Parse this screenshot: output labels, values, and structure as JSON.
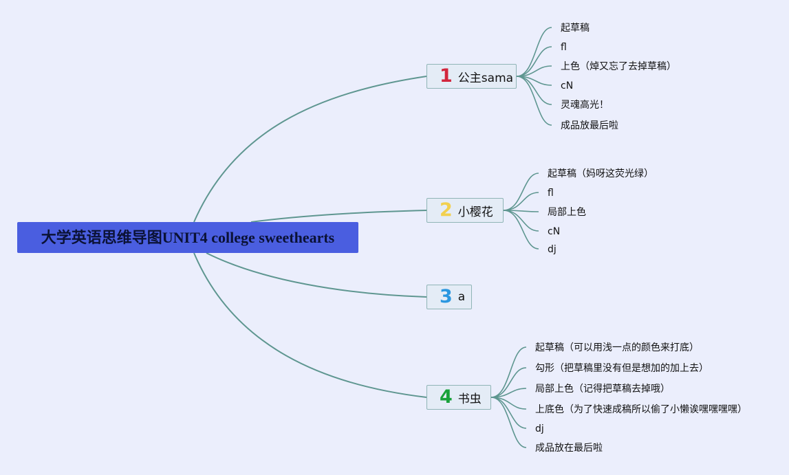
{
  "central": {
    "label": "大学英语思维导图UNIT4 college sweethearts"
  },
  "colors": {
    "link": "#5e9690",
    "central_bg": "#4a5ee0",
    "canvas_bg": "#ebeefc"
  },
  "branches": [
    {
      "num": "1",
      "num_color": "#d2263d",
      "icon": "number-1-icon",
      "label": "公主sama",
      "leaves": [
        "起草稿",
        "fl",
        "上色（焯又忘了去掉草稿）",
        "cN",
        "灵魂高光！",
        "成品放最后啦"
      ]
    },
    {
      "num": "2",
      "num_color": "#f2d04e",
      "icon": "number-2-icon",
      "label": "小樱花",
      "leaves": [
        "起草稿（妈呀这荧光绿）",
        "fl",
        "局部上色",
        "cN",
        "dj"
      ]
    },
    {
      "num": "3",
      "num_color": "#2b97e0",
      "icon": "number-3-icon",
      "label": "a",
      "leaves": []
    },
    {
      "num": "4",
      "num_color": "#18a23a",
      "icon": "number-4-icon",
      "label": "书虫",
      "leaves": [
        "起草稿（可以用浅一点的颜色来打底）",
        "勾形（把草稿里没有但是想加的加上去）",
        "局部上色（记得把草稿去掉哦）",
        "上底色（为了快速成稿所以偷了小懒诶嘿嘿嘿嘿）",
        "dj",
        "成品放在最后啦"
      ]
    }
  ]
}
